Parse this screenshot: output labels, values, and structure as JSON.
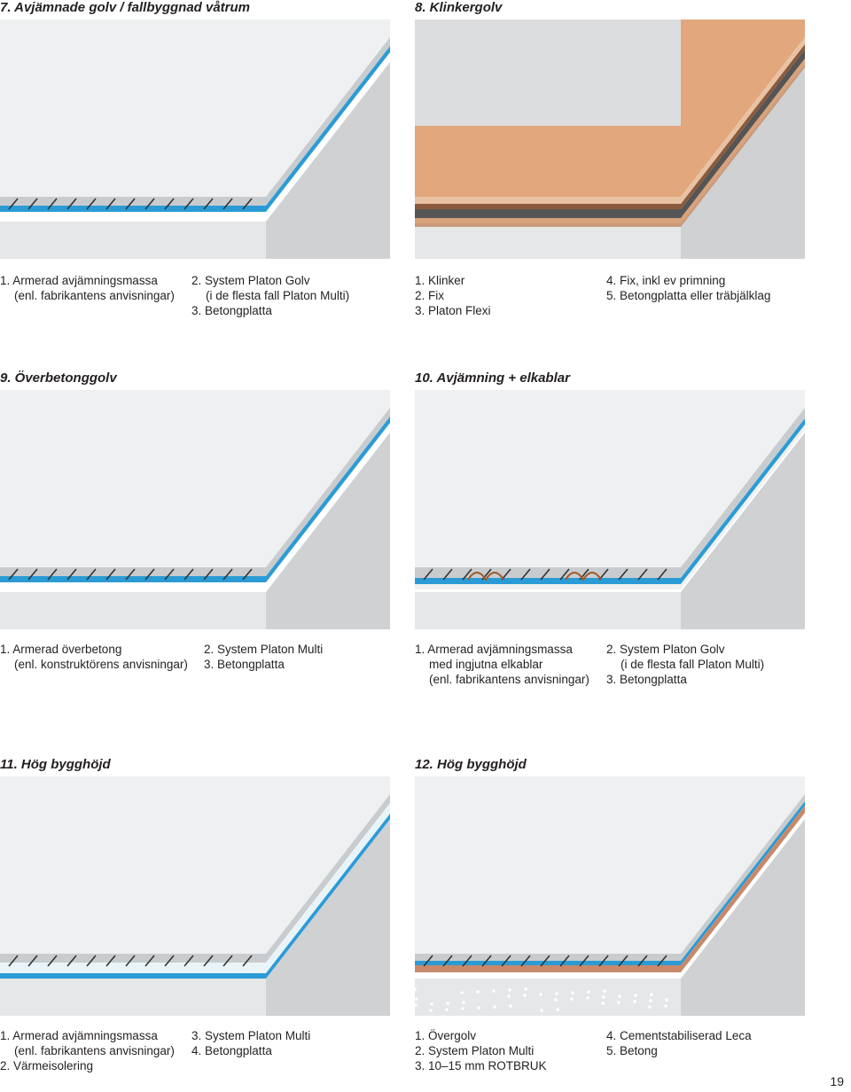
{
  "panels": [
    {
      "title": "7. Avjämnade golv / fallbyggnad våtrum",
      "variant": "screed",
      "captions_left": [
        "1. Armerad avjämningsmassa",
        "(enl. fabrikantens anvisningar)"
      ],
      "captions_right": [
        "2. System Platon Golv",
        "(i de flesta fall Platon Multi)",
        "3. Betongplatta"
      ]
    },
    {
      "title": "8. Klinkergolv",
      "variant": "tile",
      "captions_left": [
        "1. Klinker",
        "2. Fix",
        "3. Platon Flexi"
      ],
      "captions_right": [
        "4. Fix, inkl ev primning",
        "5. Betongplatta eller träbjälklag"
      ]
    },
    {
      "title": "9. Överbetonggolv",
      "variant": "overconcrete",
      "captions_left": [
        "1. Armerad överbetong",
        "(enl. konstruktörens anvisningar)"
      ],
      "captions_right": [
        "2. System Platon Multi",
        "3. Betongplatta"
      ]
    },
    {
      "title": "10. Avjämning + elkablar",
      "variant": "cables",
      "captions_left": [
        "1. Armerad avjämningsmassa",
        "med ingjutna elkablar",
        "(enl. fabrikantens anvisningar)"
      ],
      "captions_right": [
        "2. System Platon Golv",
        "(i de flesta fall Platon Multi)",
        "3. Betongplatta"
      ]
    },
    {
      "title": "11. Hög bygghöjd",
      "variant": "insulated",
      "captions_left": [
        "1. Armerad avjämningsmassa",
        "(enl. fabrikantens anvisningar)",
        "2. Värmeisolering"
      ],
      "captions_right": [
        "3. System Platon Multi",
        "4. Betongplatta"
      ]
    },
    {
      "title": "12. Hög bygghöjd",
      "variant": "rotbruk",
      "captions_left": [
        "1. Övergolv",
        "2. System Platon Multi",
        "3. 10–15 mm ROTBRUK"
      ],
      "captions_right": [
        "4. Cementstabiliserad Leca",
        "5. Betong"
      ]
    }
  ],
  "page_number": "19",
  "colors": {
    "membrane_blue": "#2b9bd6",
    "concrete_grey": "#d9dbdc",
    "tile_tan": "#e2a77c"
  }
}
